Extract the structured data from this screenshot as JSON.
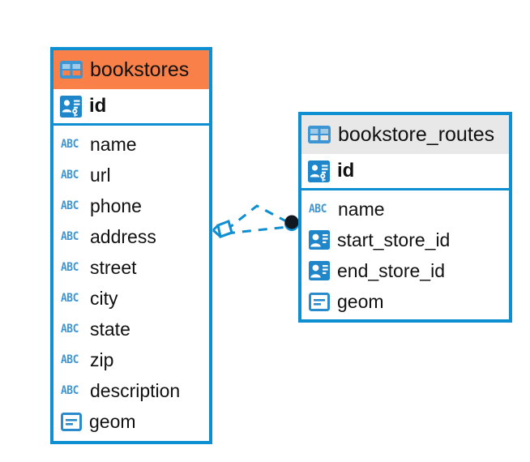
{
  "diagram": {
    "type": "entity-relationship-diagram",
    "accent_color": "#0d8fd1",
    "header_orange": "#f98049",
    "header_gray": "#e8e8e8",
    "icon_blue": "#3d95d3",
    "background": "#ffffff"
  },
  "entities": [
    {
      "id": "bookstores",
      "title": "bookstores",
      "header_style": "orange",
      "table_icon": "table-icon",
      "primary_key": {
        "label": "id",
        "icon": "primary-key-icon"
      },
      "fields": [
        {
          "label": "name",
          "icon": "abc-text-icon",
          "type": "text"
        },
        {
          "label": "url",
          "icon": "abc-text-icon",
          "type": "text"
        },
        {
          "label": "phone",
          "icon": "abc-text-icon",
          "type": "text"
        },
        {
          "label": "address",
          "icon": "abc-text-icon",
          "type": "text"
        },
        {
          "label": "street",
          "icon": "abc-text-icon",
          "type": "text"
        },
        {
          "label": "city",
          "icon": "abc-text-icon",
          "type": "text"
        },
        {
          "label": "state",
          "icon": "abc-text-icon",
          "type": "text"
        },
        {
          "label": "zip",
          "icon": "abc-text-icon",
          "type": "text"
        },
        {
          "label": "description",
          "icon": "abc-text-icon",
          "type": "text"
        },
        {
          "label": "geom",
          "icon": "geometry-icon",
          "type": "geometry"
        }
      ]
    },
    {
      "id": "bookstore_routes",
      "title": "bookstore_routes",
      "header_style": "gray",
      "table_icon": "table-icon",
      "primary_key": {
        "label": "id",
        "icon": "primary-key-icon"
      },
      "fields": [
        {
          "label": "name",
          "icon": "abc-text-icon",
          "type": "text"
        },
        {
          "label": "start_store_id",
          "icon": "foreign-key-icon",
          "type": "reference"
        },
        {
          "label": "end_store_id",
          "icon": "foreign-key-icon",
          "type": "reference"
        },
        {
          "label": "geom",
          "icon": "geometry-icon",
          "type": "geometry"
        }
      ]
    }
  ],
  "relationship": {
    "name": "bookstores-to-bookstore-routes-relation",
    "source_entity": "bookstores",
    "target_entity": "bookstore_routes",
    "line_style": "dashed",
    "line_color": "#0d8fd1",
    "source_marker": "diamond-marker",
    "target_marker": "filled-circle-marker"
  }
}
